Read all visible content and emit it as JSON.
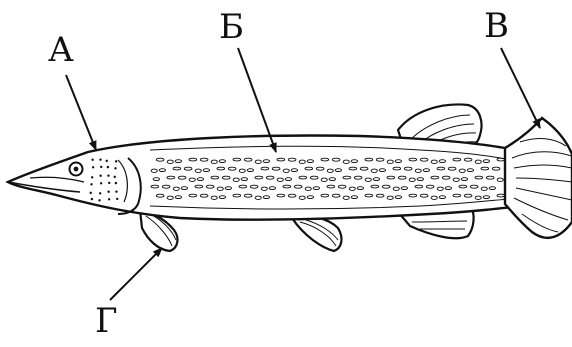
{
  "labels": {
    "a": "А",
    "b": "Б",
    "c": "В",
    "d": "Г"
  },
  "colors": {
    "ink": "#111111",
    "paper": "#ffffff"
  }
}
